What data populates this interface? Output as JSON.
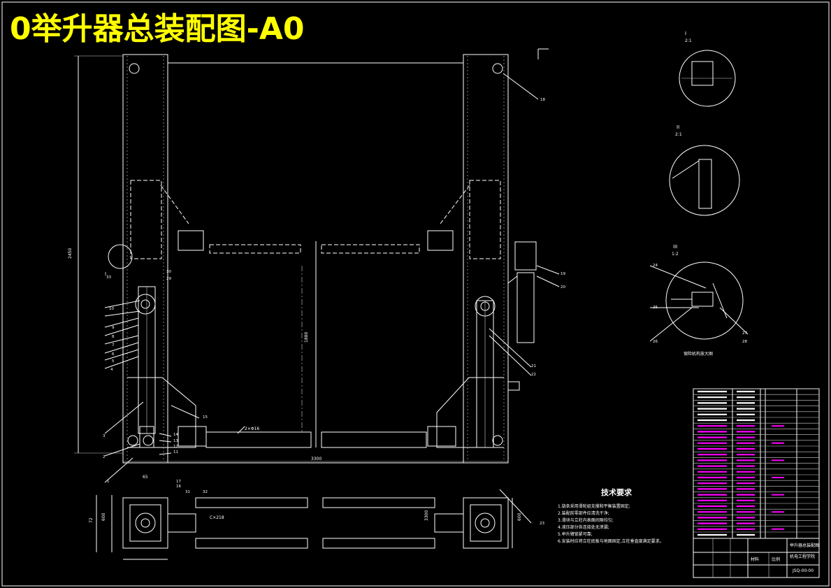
{
  "drawing": {
    "title": "0举升器总装配图-A0",
    "tech_req_title": "技术要求",
    "tech_req_items": [
      "1.链条采用滑轮组支撑和平衡装置固定;",
      "2.装配前零部件应清洗干净;",
      "3.滑块与立柱内表面间隙均匀;",
      "4.液压部分各连接处无泄漏;",
      "5.举升臂锁紧可靠;",
      "6.安装时应将立柱底板与地面固定,立柱垂直度满足要求。"
    ],
    "detail_labels": [
      "I",
      "II",
      "III"
    ],
    "detail_scales": [
      "2:1",
      "2:1",
      "1:2"
    ],
    "detail_caption": "保险机构放大图",
    "dimensions": [
      "2450",
      "1880",
      "3300",
      "65",
      "600",
      "72",
      "3300",
      "2×Φ16",
      "C×218",
      "600"
    ],
    "part_numbers": [
      "1",
      "2",
      "3",
      "4",
      "5",
      "6",
      "7",
      "8",
      "9",
      "10",
      "11",
      "12",
      "13",
      "14",
      "15",
      "16",
      "17",
      "18",
      "19",
      "20",
      "21",
      "22",
      "23",
      "24",
      "25",
      "26",
      "27",
      "28",
      "29",
      "30",
      "31",
      "32",
      "33"
    ],
    "title_block": {
      "drawing_name": "举升器总装配图",
      "school": "机电工程学院",
      "drawing_no": "JSQ-00-00",
      "material": "材料",
      "scale": "比例"
    }
  }
}
